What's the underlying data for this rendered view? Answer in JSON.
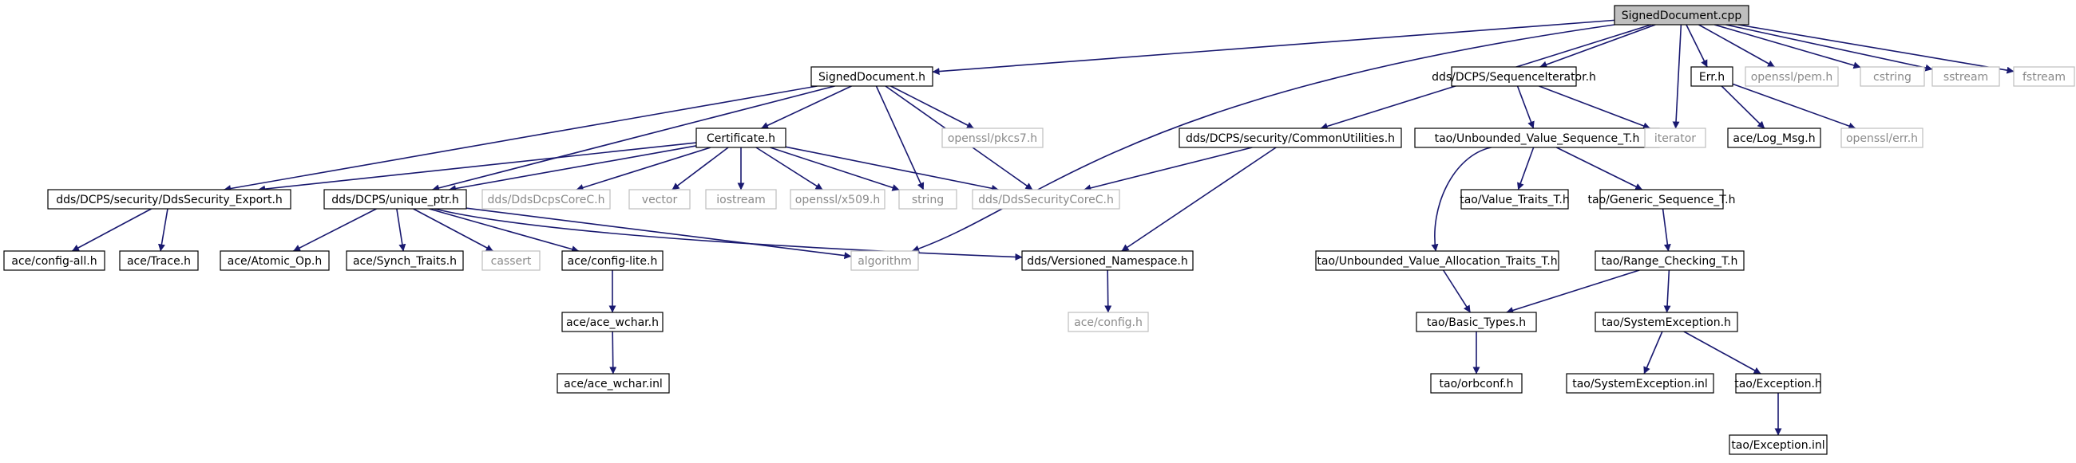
{
  "diagram": {
    "type": "include-dependency-graph",
    "colors": {
      "edge": "#191970",
      "node_border": "#000000",
      "external_border": "#bfbfbf",
      "root_fill": "#bfbfbf",
      "node_fill": "#ffffff",
      "external_text": "#8a8a8a"
    },
    "nodes": [
      {
        "id": "n0",
        "label": "SignedDocument.cpp",
        "kind": "root"
      },
      {
        "id": "n1",
        "label": "SignedDocument.h",
        "kind": "file"
      },
      {
        "id": "n2",
        "label": "dds/DCPS/SequenceIterator.h",
        "kind": "file"
      },
      {
        "id": "n3",
        "label": "Err.h",
        "kind": "file"
      },
      {
        "id": "n4",
        "label": "openssl/pem.h",
        "kind": "external"
      },
      {
        "id": "n5",
        "label": "cstring",
        "kind": "external"
      },
      {
        "id": "n6",
        "label": "sstream",
        "kind": "external"
      },
      {
        "id": "n7",
        "label": "fstream",
        "kind": "external"
      },
      {
        "id": "n8",
        "label": "openssl/pkcs7.h",
        "kind": "external"
      },
      {
        "id": "n9",
        "label": "dds/DCPS/security/CommonUtilities.h",
        "kind": "file"
      },
      {
        "id": "n10",
        "label": "tao/Unbounded_Value_Sequence_T.h",
        "kind": "file"
      },
      {
        "id": "n11",
        "label": "iterator",
        "kind": "external"
      },
      {
        "id": "n12",
        "label": "ace/Log_Msg.h",
        "kind": "file"
      },
      {
        "id": "n13",
        "label": "openssl/err.h",
        "kind": "external"
      },
      {
        "id": "n14",
        "label": "Certificate.h",
        "kind": "file"
      },
      {
        "id": "n15",
        "label": "dds/DCPS/security/DdsSecurity_Export.h",
        "kind": "file"
      },
      {
        "id": "n16",
        "label": "dds/DCPS/unique_ptr.h",
        "kind": "file"
      },
      {
        "id": "n17",
        "label": "dds/DdsDcpsCoreC.h",
        "kind": "external"
      },
      {
        "id": "n18",
        "label": "vector",
        "kind": "external"
      },
      {
        "id": "n19",
        "label": "iostream",
        "kind": "external"
      },
      {
        "id": "n20",
        "label": "openssl/x509.h",
        "kind": "external"
      },
      {
        "id": "n21",
        "label": "string",
        "kind": "external"
      },
      {
        "id": "n22",
        "label": "dds/DdsSecurityCoreC.h",
        "kind": "external"
      },
      {
        "id": "n23",
        "label": "tao/Value_Traits_T.h",
        "kind": "file"
      },
      {
        "id": "n24",
        "label": "tao/Generic_Sequence_T.h",
        "kind": "file"
      },
      {
        "id": "n25",
        "label": "ace/config-all.h",
        "kind": "file"
      },
      {
        "id": "n26",
        "label": "ace/Trace.h",
        "kind": "file"
      },
      {
        "id": "n27",
        "label": "ace/Atomic_Op.h",
        "kind": "file"
      },
      {
        "id": "n28",
        "label": "ace/Synch_Traits.h",
        "kind": "file"
      },
      {
        "id": "n29",
        "label": "cassert",
        "kind": "external"
      },
      {
        "id": "n30",
        "label": "ace/config-lite.h",
        "kind": "file"
      },
      {
        "id": "n31",
        "label": "algorithm",
        "kind": "external"
      },
      {
        "id": "n32",
        "label": "dds/Versioned_Namespace.h",
        "kind": "file"
      },
      {
        "id": "n33",
        "label": "tao/Unbounded_Value_Allocation_Traits_T.h",
        "kind": "file"
      },
      {
        "id": "n34",
        "label": "tao/Range_Checking_T.h",
        "kind": "file"
      },
      {
        "id": "n35",
        "label": "ace/ace_wchar.h",
        "kind": "file"
      },
      {
        "id": "n36",
        "label": "ace/config.h",
        "kind": "external"
      },
      {
        "id": "n37",
        "label": "tao/Basic_Types.h",
        "kind": "file"
      },
      {
        "id": "n38",
        "label": "tao/SystemException.h",
        "kind": "file"
      },
      {
        "id": "n39",
        "label": "ace/ace_wchar.inl",
        "kind": "file"
      },
      {
        "id": "n40",
        "label": "tao/orbconf.h",
        "kind": "file"
      },
      {
        "id": "n41",
        "label": "tao/SystemException.inl",
        "kind": "file"
      },
      {
        "id": "n42",
        "label": "tao/Exception.h",
        "kind": "file"
      },
      {
        "id": "n43",
        "label": "tao/Exception.inl",
        "kind": "file"
      }
    ],
    "edges": [
      [
        "n0",
        "n1"
      ],
      [
        "n0",
        "n31"
      ],
      [
        "n0",
        "n9"
      ],
      [
        "n0",
        "n2"
      ],
      [
        "n0",
        "n11"
      ],
      [
        "n0",
        "n3"
      ],
      [
        "n0",
        "n4"
      ],
      [
        "n0",
        "n5"
      ],
      [
        "n0",
        "n6"
      ],
      [
        "n0",
        "n7"
      ],
      [
        "n1",
        "n15"
      ],
      [
        "n1",
        "n16"
      ],
      [
        "n1",
        "n14"
      ],
      [
        "n1",
        "n8"
      ],
      [
        "n1",
        "n21"
      ],
      [
        "n1",
        "n22"
      ],
      [
        "n14",
        "n15"
      ],
      [
        "n14",
        "n16"
      ],
      [
        "n14",
        "n17"
      ],
      [
        "n14",
        "n18"
      ],
      [
        "n14",
        "n19"
      ],
      [
        "n14",
        "n20"
      ],
      [
        "n14",
        "n21"
      ],
      [
        "n14",
        "n22"
      ],
      [
        "n9",
        "n22"
      ],
      [
        "n9",
        "n32"
      ],
      [
        "n2",
        "n10"
      ],
      [
        "n2",
        "n11"
      ],
      [
        "n3",
        "n12"
      ],
      [
        "n3",
        "n13"
      ],
      [
        "n15",
        "n25"
      ],
      [
        "n15",
        "n26"
      ],
      [
        "n16",
        "n27"
      ],
      [
        "n16",
        "n28"
      ],
      [
        "n16",
        "n29"
      ],
      [
        "n16",
        "n30"
      ],
      [
        "n16",
        "n31"
      ],
      [
        "n16",
        "n32"
      ],
      [
        "n30",
        "n35"
      ],
      [
        "n35",
        "n39"
      ],
      [
        "n32",
        "n36"
      ],
      [
        "n10",
        "n33"
      ],
      [
        "n10",
        "n23"
      ],
      [
        "n10",
        "n24"
      ],
      [
        "n24",
        "n34"
      ],
      [
        "n33",
        "n37"
      ],
      [
        "n34",
        "n37"
      ],
      [
        "n34",
        "n38"
      ],
      [
        "n37",
        "n40"
      ],
      [
        "n38",
        "n41"
      ],
      [
        "n38",
        "n42"
      ],
      [
        "n42",
        "n43"
      ]
    ]
  }
}
